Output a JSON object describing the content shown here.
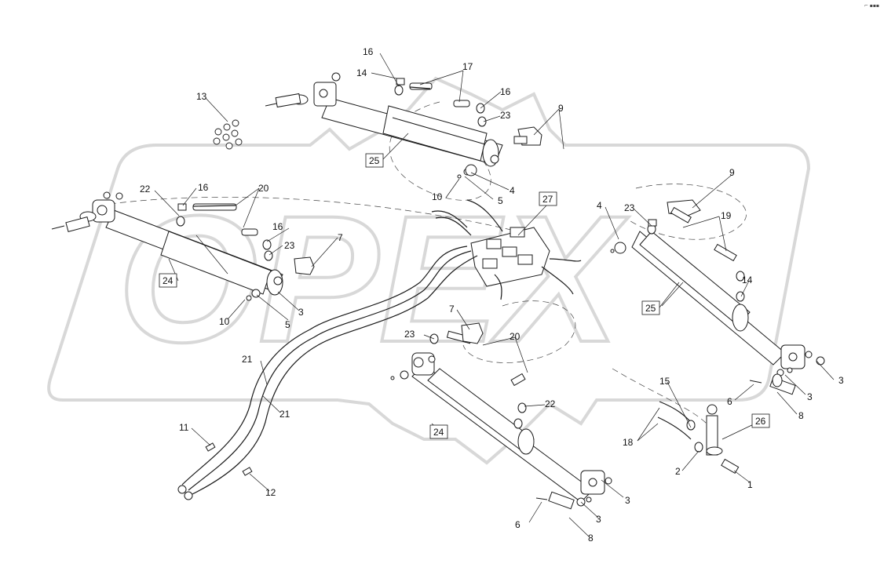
{
  "watermark": {
    "text": "OPEX",
    "color": "#d8d8d8"
  },
  "corner_mark": "⌐ ▪▪▪",
  "colors": {
    "line": "#1a1a1a",
    "part_fill": "#ffffff",
    "dash": "#444444"
  },
  "callouts": [
    {
      "id": "c1",
      "text": "16"
    },
    {
      "id": "c2",
      "text": "14"
    },
    {
      "id": "c3",
      "text": "17"
    },
    {
      "id": "c4",
      "text": "16"
    },
    {
      "id": "c5",
      "text": "23"
    },
    {
      "id": "c6",
      "text": "9"
    },
    {
      "id": "c7",
      "text": "13"
    },
    {
      "id": "c8",
      "text": "10"
    },
    {
      "id": "c9",
      "text": "4"
    },
    {
      "id": "c10",
      "text": "5"
    },
    {
      "id": "c11",
      "text": "22"
    },
    {
      "id": "c12",
      "text": "16"
    },
    {
      "id": "c13",
      "text": "20"
    },
    {
      "id": "c14",
      "text": "16"
    },
    {
      "id": "c15",
      "text": "23"
    },
    {
      "id": "c16",
      "text": "7"
    },
    {
      "id": "c17",
      "text": "10"
    },
    {
      "id": "c18",
      "text": "5"
    },
    {
      "id": "c19",
      "text": "3"
    },
    {
      "id": "c20",
      "text": "9"
    },
    {
      "id": "c21",
      "text": "4"
    },
    {
      "id": "c22",
      "text": "23"
    },
    {
      "id": "c23",
      "text": "19"
    },
    {
      "id": "c24",
      "text": "14"
    },
    {
      "id": "c25",
      "text": "7"
    },
    {
      "id": "c26",
      "text": "23"
    },
    {
      "id": "c27",
      "text": "20"
    },
    {
      "id": "c28",
      "text": "21"
    },
    {
      "id": "c29",
      "text": "21"
    },
    {
      "id": "c30",
      "text": "22"
    },
    {
      "id": "c31",
      "text": "11"
    },
    {
      "id": "c32",
      "text": "12"
    },
    {
      "id": "c33",
      "text": "3"
    },
    {
      "id": "c34",
      "text": "3"
    },
    {
      "id": "c35",
      "text": "6"
    },
    {
      "id": "c36",
      "text": "8"
    },
    {
      "id": "c37",
      "text": "15"
    },
    {
      "id": "c38",
      "text": "18"
    },
    {
      "id": "c39",
      "text": "2"
    },
    {
      "id": "c40",
      "text": "1"
    },
    {
      "id": "c41",
      "text": "6"
    },
    {
      "id": "c42",
      "text": "8"
    },
    {
      "id": "c43",
      "text": "3"
    },
    {
      "id": "c44",
      "text": "3"
    }
  ],
  "boxed_labels": [
    {
      "id": "b1",
      "text": "25"
    },
    {
      "id": "b2",
      "text": "24"
    },
    {
      "id": "b3",
      "text": "27"
    },
    {
      "id": "b4",
      "text": "25"
    },
    {
      "id": "b5",
      "text": "24"
    },
    {
      "id": "b6",
      "text": "26"
    }
  ]
}
